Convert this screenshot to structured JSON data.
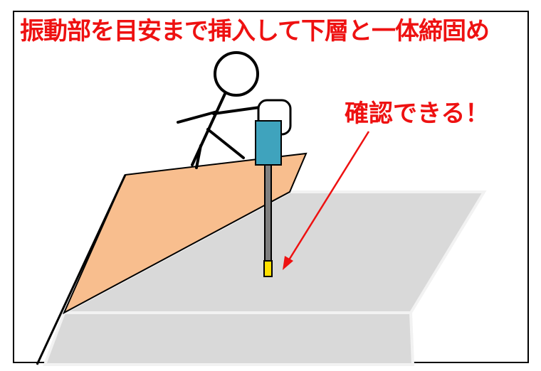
{
  "title": "振動部を目安まで挿入して下層と一体締固め",
  "callout": "確認できる！",
  "colors": {
    "text": "#ee1111",
    "arrow": "#ee1111",
    "slope": "#f8be8e",
    "ground": "#d9d9d9",
    "ground_edge": "#f2f2f2",
    "machine_body": "#3fa3bd",
    "rod": "#7f7f7f",
    "tip": "#ffe000",
    "outline": "#000000"
  },
  "icons": [
    "worker-figure",
    "vibrator-tool",
    "arrow"
  ]
}
